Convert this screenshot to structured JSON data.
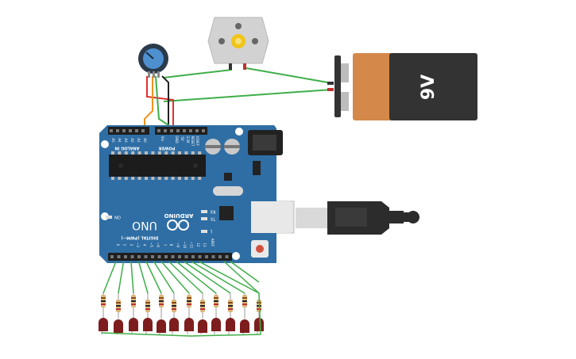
{
  "board": {
    "brand": "ARDUINO",
    "model": "UNO",
    "on_label": "ON",
    "tx_label": "TX",
    "rx_label": "RX",
    "l_label": "L",
    "analog_in_label": "ANALOG IN",
    "power_label": "POWER",
    "digital_label": "DIGITAL (PWM~)",
    "ioref_label": "IOREF",
    "reset_label": "RESET",
    "v33_label": "3.3V",
    "v5_label": "5V",
    "gnd_label": "GND",
    "vin_label": "Vin",
    "aref_label": "AREF",
    "analog_pins": [
      "A0",
      "A1",
      "A2",
      "A3",
      "A4",
      "A5"
    ],
    "digital_pins": [
      "0",
      "1",
      "2",
      "~3",
      "4",
      "~5",
      "~6",
      "7",
      "8",
      "~9",
      "~10",
      "~11",
      "12",
      "13"
    ]
  },
  "battery": {
    "label": "9V"
  },
  "leds": {
    "count": 12
  },
  "colors": {
    "board": "#2f6ea4",
    "wire_green": "#3fae49",
    "wire_red": "#e03030",
    "wire_black": "#222222",
    "wire_orange": "#f0921e",
    "led": "#7d1d1d",
    "battery_copper": "#d4894a",
    "battery_body": "#333333"
  }
}
